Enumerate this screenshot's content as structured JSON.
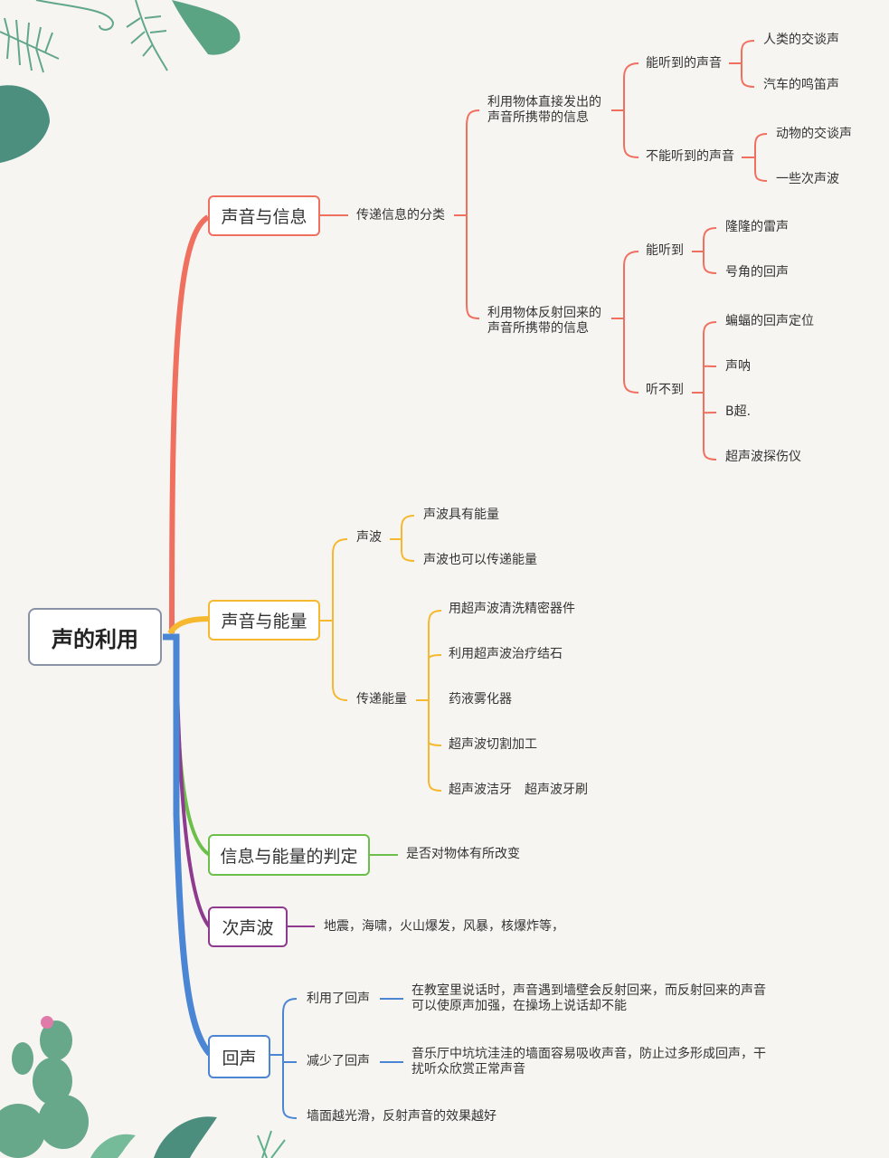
{
  "colors": {
    "background": "#f7f5f2",
    "info_branch": "#f07060",
    "energy_branch": "#f5b82e",
    "judge_branch": "#6cc04a",
    "infrasound_branch": "#8e3a8e",
    "echo_branch": "#4a86d4",
    "root_border": "#8a93a6"
  },
  "root": {
    "label": "声的利用"
  },
  "branches": {
    "info": {
      "label": "声音与信息",
      "child": {
        "label": "传递信息的分类",
        "groups": [
          {
            "label": "利用物体直接发出的\n声音所携带的信息",
            "line1": "利用物体直接发出的",
            "line2": "声音所携带的信息",
            "subgroups": [
              {
                "label": "能听到的声音",
                "items": [
                  "人类的交谈声",
                  "汽车的鸣笛声"
                ]
              },
              {
                "label": "不能听到的声音",
                "items": [
                  "动物的交谈声",
                  "一些次声波"
                ]
              }
            ]
          },
          {
            "label": "利用物体反射回来的\n声音所携带的信息",
            "line1": "利用物体反射回来的",
            "line2": "声音所携带的信息",
            "subgroups": [
              {
                "label": "能听到",
                "items": [
                  "隆隆的雷声",
                  "号角的回声"
                ]
              },
              {
                "label": "听不到",
                "items": [
                  "蝙蝠的回声定位",
                  "声呐",
                  "B超.",
                  "超声波探伤仪"
                ]
              }
            ]
          }
        ]
      }
    },
    "energy": {
      "label": "声音与能量",
      "groups": [
        {
          "label": "声波",
          "items": [
            "声波具有能量",
            "声波也可以传递能量"
          ]
        },
        {
          "label": "传递能量",
          "items": [
            "用超声波清洗精密器件",
            "利用超声波治疗结石",
            "药液雾化器",
            "超声波切割加工",
            "超声波洁牙　超声波牙刷"
          ]
        }
      ]
    },
    "judge": {
      "label": "信息与能量的判定",
      "child": "是否对物体有所改变"
    },
    "infrasound": {
      "label": "次声波",
      "child": "地震，海啸，火山爆发，风暴，核爆炸等，"
    },
    "echo": {
      "label": "回声",
      "items": [
        {
          "label": "利用了回声",
          "detail1": "在教室里说话时，声音遇到墙壁会反射回来，而反射回来的声音",
          "detail2": "可以使原声加强，在操场上说话却不能"
        },
        {
          "label": "减少了回声",
          "detail1": "音乐厅中坑坑洼洼的墙面容易吸收声音，防止过多形成回声，干",
          "detail2": "扰听众欣赏正常声音"
        },
        {
          "label": "墙面越光滑，反射声音的效果越好"
        }
      ]
    }
  },
  "decorations": [
    "tropical-leaves-top-left",
    "cactus-and-leaves-bottom-left"
  ]
}
